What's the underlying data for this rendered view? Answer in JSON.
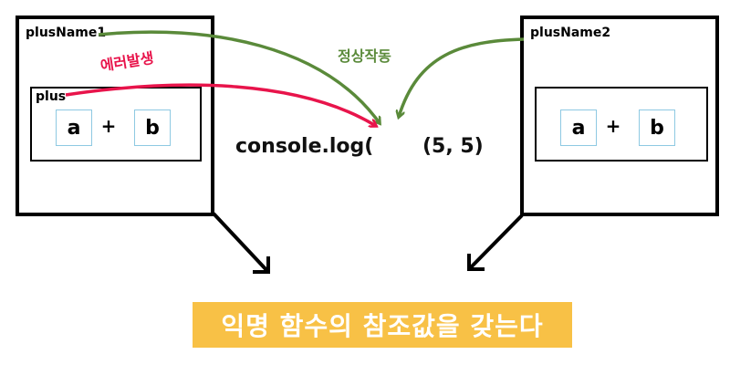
{
  "left_function": {
    "outer_label": "plusName1",
    "inner_label": "plus",
    "var_a": "a",
    "operator": "+",
    "var_b": "b"
  },
  "right_function": {
    "outer_label": "plusName2",
    "var_a": "a",
    "operator": "+",
    "var_b": "b"
  },
  "call": {
    "prefix": "console.log(",
    "args": "(5, 5)"
  },
  "annotations": {
    "error": "에러발생",
    "ok": "정상작동"
  },
  "caption": "익명 함수의 참조값을 갖는다",
  "colors": {
    "error": "#e8144b",
    "ok": "#5a8a3a",
    "caption_bg": "#f8c146",
    "var_border": "#8ec9e2"
  }
}
